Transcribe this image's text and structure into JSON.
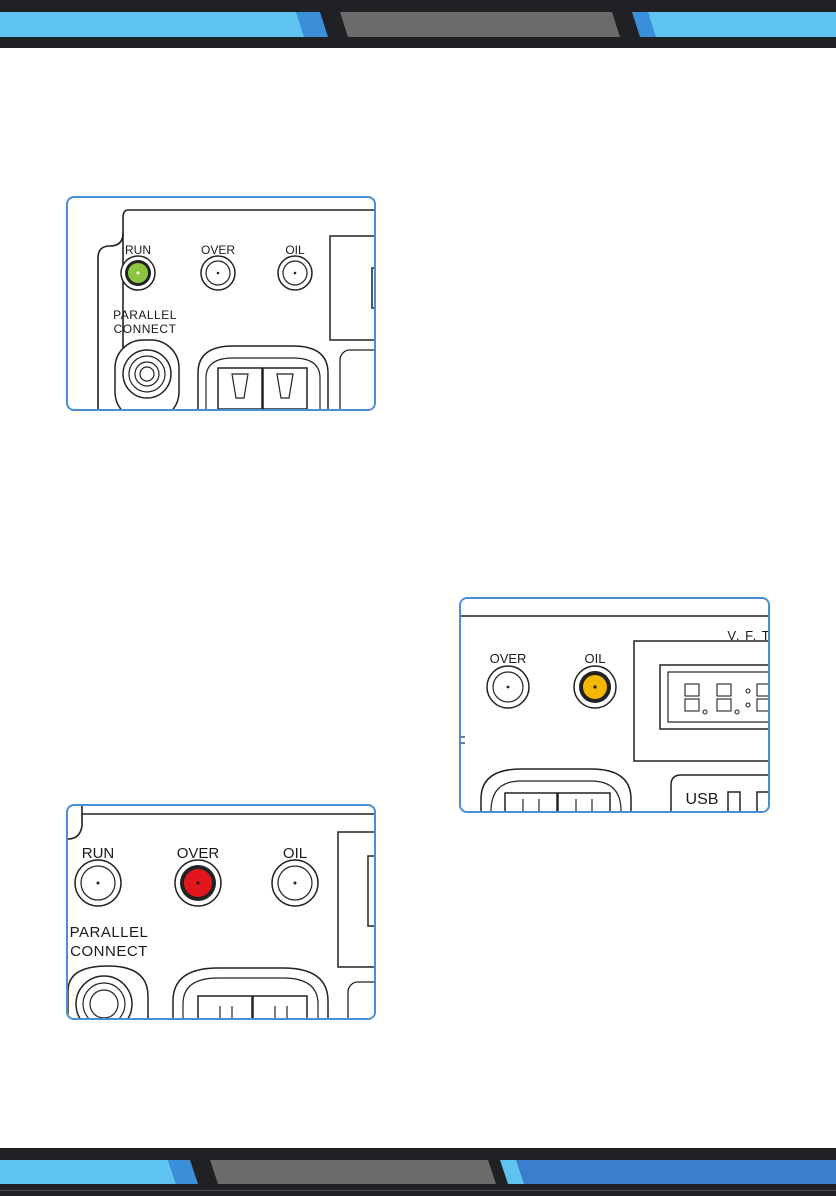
{
  "panels": {
    "run": {
      "run_label": "RUN",
      "over_label": "OVER",
      "oil_label": "OIL",
      "parallel_label_line1": "PARALLEL",
      "parallel_label_line2": "CONNECT",
      "lit_indicator": "run",
      "lit_color": "#8cc63f"
    },
    "oil": {
      "over_label": "OVER",
      "oil_label": "OIL",
      "display_label": "V. F. T",
      "usb_label": "USB",
      "lit_indicator": "oil",
      "lit_color": "#f5b800"
    },
    "over": {
      "run_label": "RUN",
      "over_label": "OVER",
      "oil_label": "OIL",
      "parallel_label_line1": "PARALLEL",
      "parallel_label_line2": "CONNECT",
      "lit_indicator": "over",
      "lit_color": "#e3161e"
    }
  },
  "colors": {
    "band_dark": "#1f2124",
    "band_light_blue": "#5ec3f0",
    "band_mid_blue": "#3a8fd8",
    "band_gray": "#6b6b6b",
    "panel_border": "#4a8fd6"
  }
}
